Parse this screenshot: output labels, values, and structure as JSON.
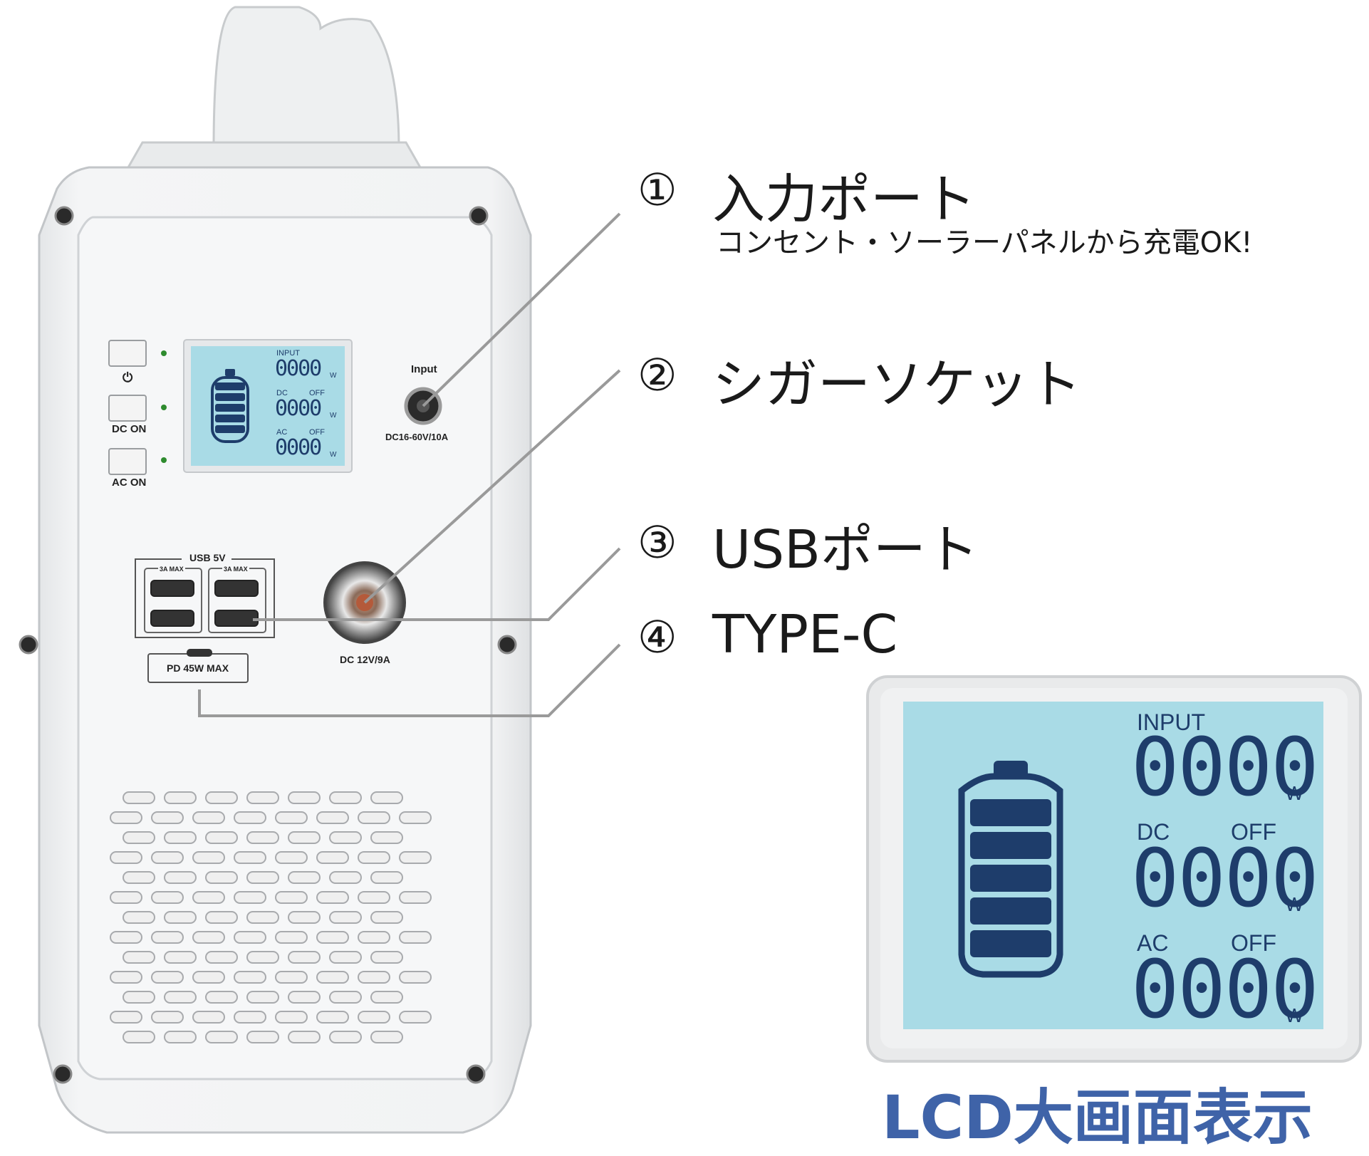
{
  "device": {
    "buttons": [
      {
        "label": ""
      },
      {
        "label": "DC ON"
      },
      {
        "label": "AC ON"
      }
    ],
    "power_glyph": "⏻",
    "input_label": "Input",
    "input_spec": "DC16-60V/10A",
    "usb_group_label": "USB 5V",
    "usb_max_label_1": "3A MAX",
    "usb_max_label_2": "3A MAX",
    "typec_label": "PD 45W MAX",
    "cigar_spec": "DC 12V/9A",
    "lcd_small": {
      "input_label": "INPUT",
      "dc_label": "DC",
      "dc_state": "OFF",
      "ac_label": "AC",
      "ac_state": "OFF",
      "input_value": "0000",
      "dc_value": "0000",
      "ac_value": "0000",
      "unit": "W"
    }
  },
  "callouts": [
    {
      "number": "①",
      "title": "入力ポート",
      "subtitle": "コンセント・ソーラーパネルから充電OK!"
    },
    {
      "number": "②",
      "title": "シガーソケット"
    },
    {
      "number": "③",
      "title": "USBポート"
    },
    {
      "number": "④",
      "title": "TYPE-C"
    }
  ],
  "lcd_zoom": {
    "input_label": "INPUT",
    "dc_label": "DC",
    "dc_state": "OFF",
    "ac_label": "AC",
    "ac_state": "OFF",
    "input_value": "0000",
    "dc_value": "0000",
    "ac_value": "0000",
    "unit": "W",
    "caption": "LCD大画面表示"
  },
  "colors": {
    "body": "#f1f2f3",
    "lcd": "#a9dbe6",
    "lcd_ink": "#1e3d6b",
    "caption": "#3f63a8",
    "led": "#2e8b2e"
  }
}
